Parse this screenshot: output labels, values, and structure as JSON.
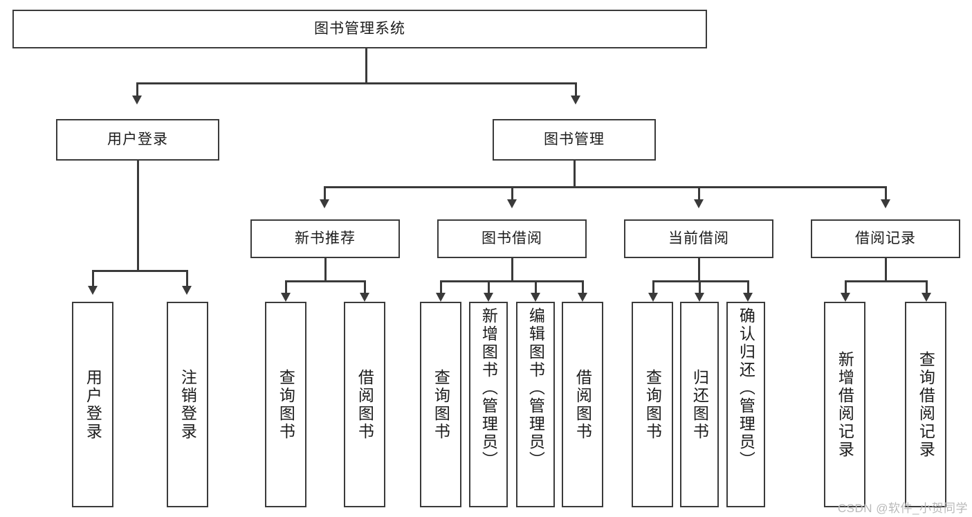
{
  "diagram": {
    "title": "图书管理系统",
    "type": "tree",
    "root": {
      "id": "root",
      "label": "图书管理系统"
    },
    "level2": [
      {
        "id": "user-login",
        "label": "用户登录"
      },
      {
        "id": "book-manage",
        "label": "图书管理"
      }
    ],
    "level3": [
      {
        "id": "new-book-recommend",
        "label": "新书推荐",
        "parent": "book-manage"
      },
      {
        "id": "book-borrow",
        "label": "图书借阅",
        "parent": "book-manage"
      },
      {
        "id": "current-borrow",
        "label": "当前借阅",
        "parent": "book-manage"
      },
      {
        "id": "borrow-record",
        "label": "借阅记录",
        "parent": "book-manage"
      }
    ],
    "leaves": [
      {
        "id": "leaf-user-login",
        "label": "用户登录",
        "parent": "user-login"
      },
      {
        "id": "leaf-logout-login",
        "label": "注销登录",
        "parent": "user-login"
      },
      {
        "id": "leaf-query-book-1",
        "label": "查询图书",
        "parent": "new-book-recommend"
      },
      {
        "id": "leaf-borrow-book-1",
        "label": "借阅图书",
        "parent": "new-book-recommend"
      },
      {
        "id": "leaf-query-book-2",
        "label": "查询图书",
        "parent": "book-borrow"
      },
      {
        "id": "leaf-add-book-admin",
        "label": "新增图书（管理员）",
        "parent": "book-borrow"
      },
      {
        "id": "leaf-edit-book-admin",
        "label": "编辑图书（管理员）",
        "parent": "book-borrow"
      },
      {
        "id": "leaf-borrow-book-2",
        "label": "借阅图书",
        "parent": "book-borrow"
      },
      {
        "id": "leaf-query-book-3",
        "label": "查询图书",
        "parent": "current-borrow"
      },
      {
        "id": "leaf-return-book",
        "label": "归还图书",
        "parent": "current-borrow"
      },
      {
        "id": "leaf-confirm-return-admin",
        "label": "确认归还（管理员）",
        "parent": "current-borrow"
      },
      {
        "id": "leaf-add-borrow-record",
        "label": "新增借阅记录",
        "parent": "borrow-record"
      },
      {
        "id": "leaf-query-borrow-record",
        "label": "查询借阅记录",
        "parent": "borrow-record"
      }
    ],
    "colors": {
      "stroke": "#3a3a3a",
      "fill": "#ffffff",
      "text": "#1b1b1b",
      "watermark": "#b9b9b9"
    }
  },
  "watermark": {
    "text": "CSDN @软件_小贺同学"
  }
}
